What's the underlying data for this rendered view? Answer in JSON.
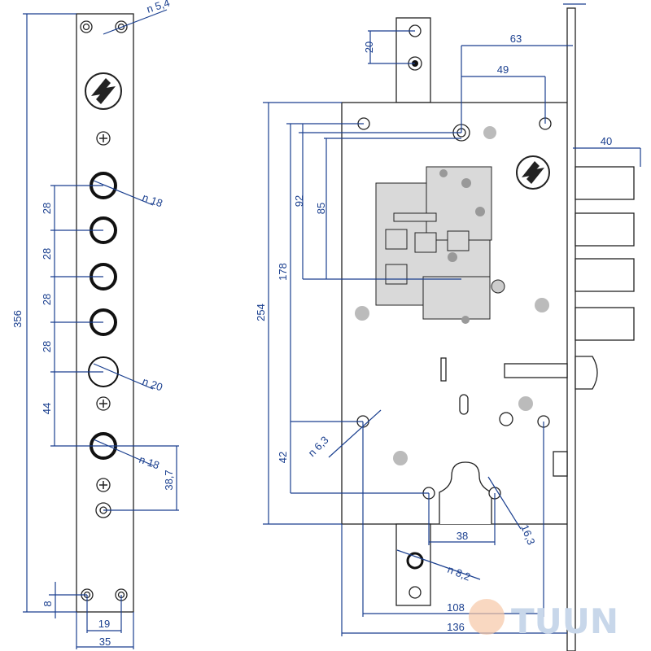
{
  "strip": {
    "dimensions": {
      "total_height": "356",
      "pitch_1": "28",
      "pitch_2": "28",
      "pitch_3": "28",
      "pitch_4": "28",
      "gap_44": "44",
      "edge_8": "8",
      "width_19": "19",
      "width_35": "35",
      "offset_38_7": "38,7"
    },
    "diameters": {
      "top_hole": "n 5,4",
      "bolt_hole": "n 18",
      "large_hole": "n 20",
      "lower_hole": "n 18"
    }
  },
  "lockbody": {
    "dimensions": {
      "d20": "20",
      "d63": "63",
      "d49": "49",
      "d40": "40",
      "d92": "92",
      "d85": "85",
      "d178": "178",
      "d254": "254",
      "d42": "42",
      "d38": "38",
      "d108": "108",
      "d136": "136"
    },
    "diameters": {
      "mount_hole": "n 6,3",
      "cyl_hole": "16,3",
      "strike_hole": "n 8,2"
    }
  },
  "watermark": "TUUN",
  "colors": {
    "dimension": "#1a3f8f",
    "outline": "#222222",
    "watermark": "#c8d7ea"
  }
}
